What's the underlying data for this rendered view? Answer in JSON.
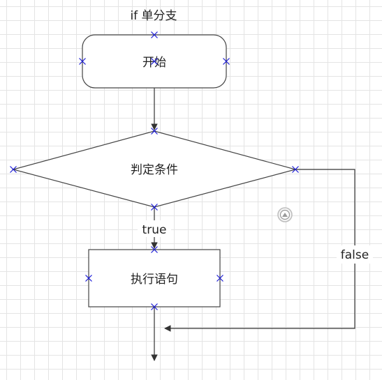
{
  "diagram": {
    "title": "if 单分支",
    "nodes": {
      "start": {
        "label": "开始"
      },
      "condition": {
        "label": "判定条件"
      },
      "statement": {
        "label": "执行语句"
      }
    },
    "edges": {
      "true_label": "true",
      "false_label": "false"
    }
  },
  "colors": {
    "connection_marker": "#1a1ad6",
    "stroke": "#444444",
    "grid": "#e4e4e4"
  },
  "icons": {
    "collapse_control": "chevron-up-circle-icon"
  }
}
